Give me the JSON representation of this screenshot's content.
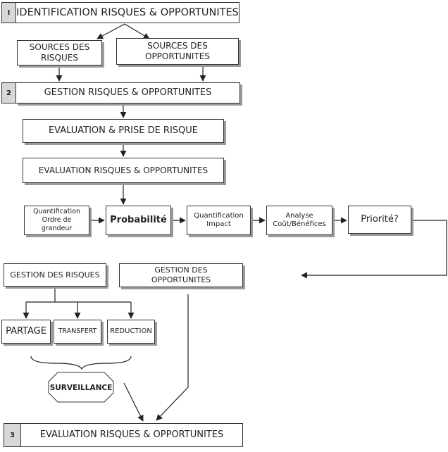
{
  "header": {
    "num": "I",
    "title": "IDENTIFICATION RISQUES & OPPORTUNITES"
  },
  "sources": {
    "risques": "SOURCES DES RISQUES",
    "opportunites": "SOURCES DES OPPORTUNITES"
  },
  "step2": {
    "num": "2",
    "title": "GESTION RISQUES & OPPORTUNITES"
  },
  "evaluation_prise": "EVALUATION & PRISE DE RISQUE",
  "evaluation_ro": "EVALUATION RISQUES & OPPORTUNITES",
  "chain": {
    "quantification_ordre": "Quantification Ordre de grandeur",
    "probabilite": "Probabilité",
    "quantification_impact": "Quantification Impact",
    "analyse": "Analyse Coût/Bénéfices",
    "priorite": "Priorité?"
  },
  "gestion": {
    "risques": "GESTION DES RISQUES",
    "opportunites": "GESTION DES OPPORTUNITES"
  },
  "treatments": {
    "partage": "PARTAGE",
    "transfert": "TRANSFERT",
    "reduction": "REDUCTION"
  },
  "surveillance": "SURVEILLANCE",
  "step3": {
    "num": "3",
    "title": "EVALUATION RISQUES & OPPORTUNITES"
  },
  "colors": {
    "border": "#333333",
    "shadow": "#9a9a9a",
    "number_fill": "#d7d7d7"
  }
}
